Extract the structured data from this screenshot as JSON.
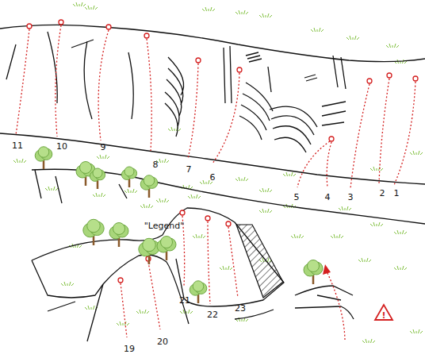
{
  "diagram": {
    "labels": [
      "11",
      "10",
      "9",
      "8",
      "7",
      "6",
      "5",
      "4",
      "3",
      "2",
      "1",
      "\"Legend\"",
      "21",
      "22",
      "23",
      "19",
      "20",
      "!"
    ]
  }
}
